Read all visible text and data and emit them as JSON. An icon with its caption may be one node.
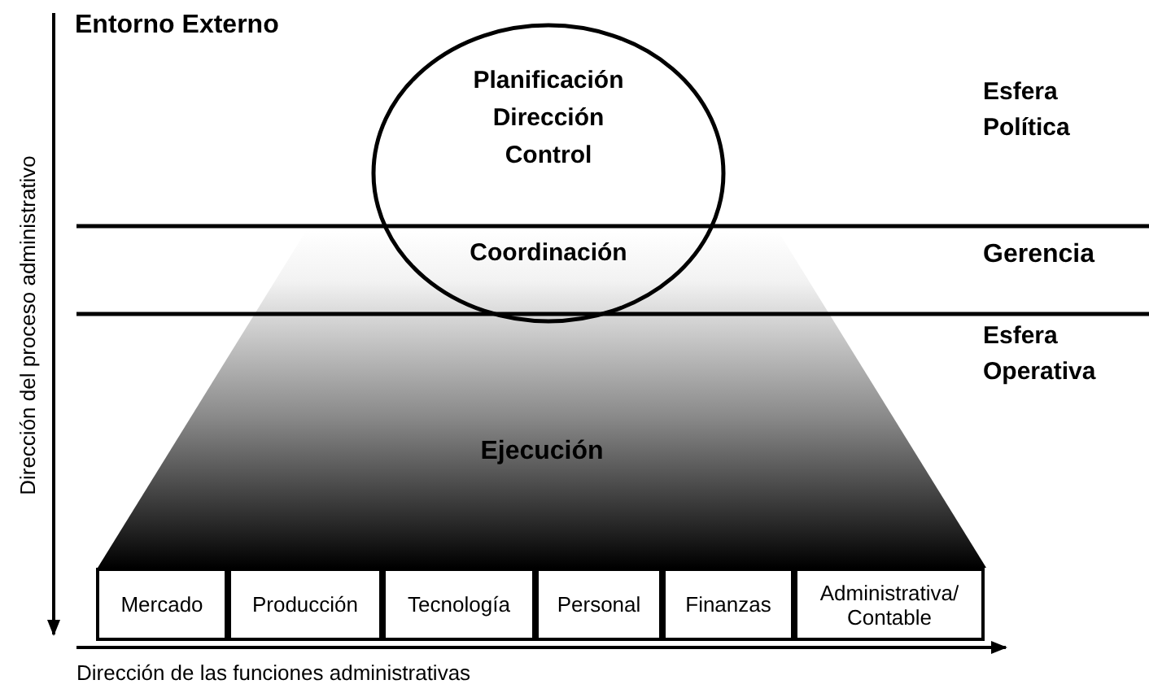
{
  "diagram": {
    "nodes": [
      {
        "text": [
          "Planificación",
          "Dirección",
          "Control",
          "Coordinación"
        ]
      },
      {
        "text": [
          "Ejecución"
        ]
      },
      {
        "text": [
          "Mercado"
        ]
      },
      {
        "text": [
          "Producción"
        ]
      },
      {
        "text": [
          "Tecnología"
        ]
      },
      {
        "text": [
          "Personal"
        ]
      },
      {
        "text": [
          "Finanzas"
        ]
      },
      {
        "text": [
          "Administrativa/ Contable"
        ]
      }
    ],
    "labels": [
      "Entorno Externo",
      "Esfera Política",
      "Gerencia",
      "Esfera Operativa",
      "Dirección del proceso administrativo",
      "Dirección de las funciones administrativas"
    ]
  }
}
